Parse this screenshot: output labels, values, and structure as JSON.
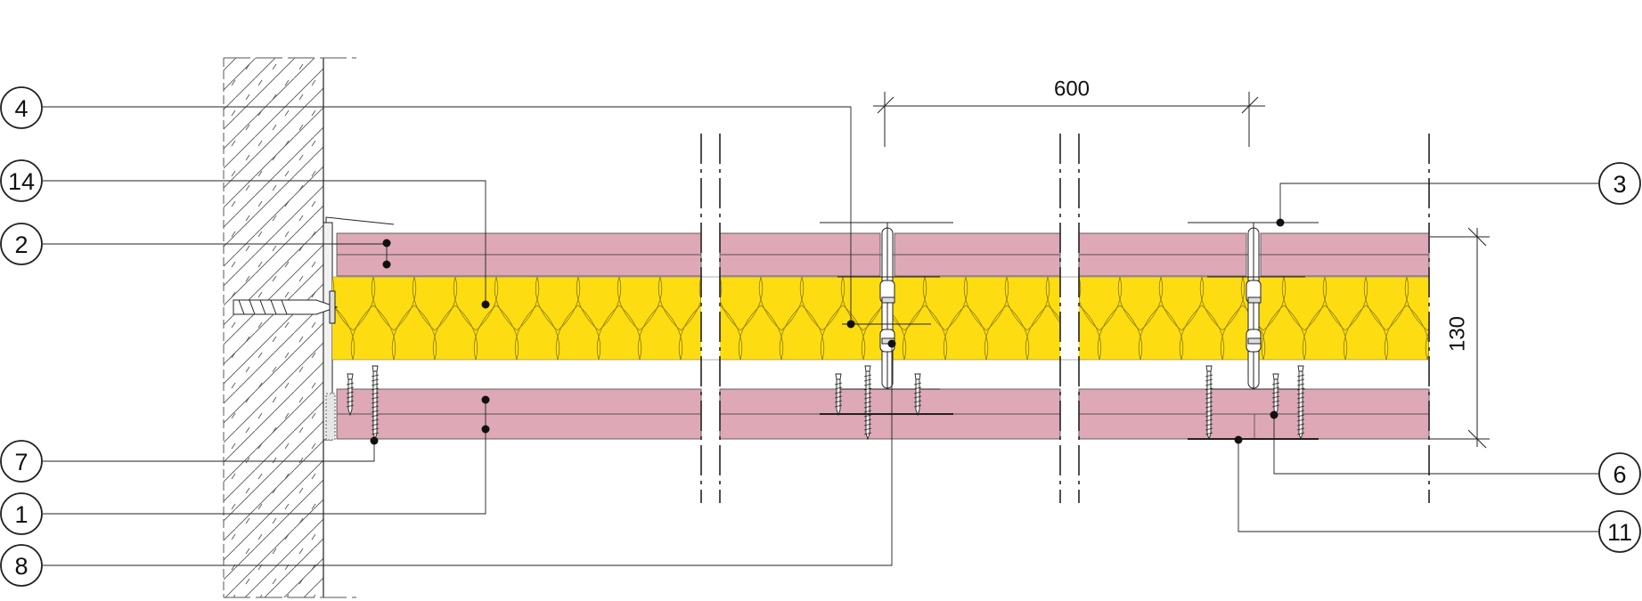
{
  "colors": {
    "board": "#dea8b7",
    "insulation": "#fddc12",
    "line": "#1a1a1a",
    "hatch": "#444444"
  },
  "dimensions": {
    "spacing": "600",
    "thickness": "130"
  },
  "callouts": {
    "c4": "4",
    "c14": "14",
    "c2": "2",
    "c7": "7",
    "c1": "1",
    "c8": "8",
    "c3": "3",
    "c6": "6",
    "c11": "11"
  }
}
